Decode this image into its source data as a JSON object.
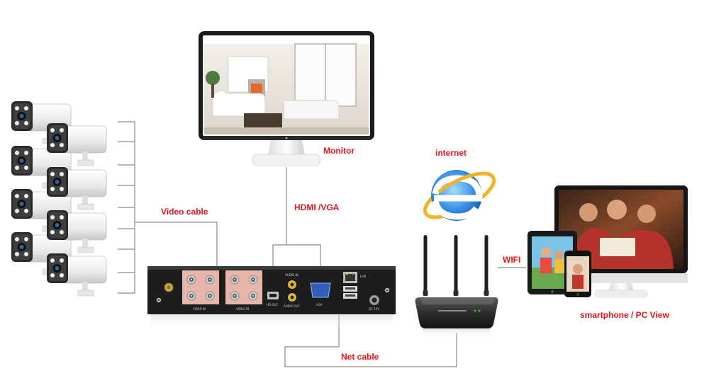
{
  "labels": {
    "monitor": "Monitor",
    "internet": "internet",
    "video_cable": "Video cable",
    "hdmi_vga": "HDMI /VGA",
    "wifi": "WIFI",
    "net_cable": "Net cable",
    "smartphone_pc_view": "smartphone / PC View"
  },
  "dvr_port_labels": {
    "video_in_1": "VIDEO IN",
    "video_in_2": "VIDEO IN",
    "audio_in": "AUDIO IN",
    "hd_out": "HD-OUT",
    "audio_out": "AUDIO OUT",
    "vga": "VGA",
    "lan": "LAN",
    "dc": "DC 12V"
  },
  "colors": {
    "label_red": "#e8141b",
    "line_gray": "#8a8a8a",
    "dvr_body": "#1d1d1d",
    "bnc_panel": "#e8b6a8",
    "ie_blue": "#2a7fd8"
  },
  "icons": [
    "cctv-camera-icon",
    "monitor-icon",
    "dvr-recorder-icon",
    "internet-explorer-icon",
    "wifi-router-icon",
    "tablet-icon",
    "smartphone-icon",
    "pc-monitor-icon"
  ]
}
